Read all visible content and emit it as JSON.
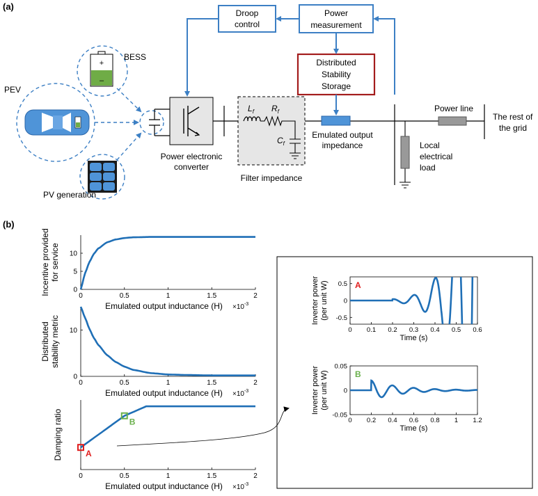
{
  "panel_a": {
    "label": "(a)",
    "droop_control": [
      "Droop",
      "control"
    ],
    "power_measurement": [
      "Power",
      "measurement"
    ],
    "dss": [
      "Distributed",
      "Stability",
      "Storage"
    ],
    "bess": "BESS",
    "pev": "PEV",
    "pv_generation": "PV generation",
    "converter": [
      "Power electronic",
      "converter"
    ],
    "filter_impedance": "Filter impedance",
    "lf": "L",
    "rf": "R",
    "cf": "C",
    "sub_f": "f",
    "emulated_impedance": [
      "Emulated output",
      "impedance"
    ],
    "local_load": [
      "Local",
      "electrical",
      "load"
    ],
    "power_line": "Power line",
    "rest_of_grid": [
      "The rest of",
      "the grid"
    ],
    "battery_plus": "+",
    "battery_minus": "–"
  },
  "panel_b": {
    "label": "(b)",
    "x_exponent_base": "×10",
    "x_exponent_power": "-3",
    "charts": [
      {
        "name": "incentive",
        "type": "line",
        "ylabel": [
          "Incentive provided",
          "for service"
        ],
        "xlabel": "Emulated output inductance (H)",
        "xlim": [
          0,
          2
        ],
        "ylim": [
          0,
          15
        ],
        "xticks": [
          "0",
          "0.5",
          "1",
          "1.5",
          "2"
        ],
        "yticks": [
          "0",
          "5",
          "10"
        ],
        "x": [
          0,
          0.05,
          0.1,
          0.15,
          0.2,
          0.3,
          0.4,
          0.5,
          0.6,
          0.8,
          1.0,
          1.2,
          1.5,
          2.0
        ],
        "y": [
          0,
          4.5,
          7.6,
          9.8,
          11.3,
          13.0,
          13.8,
          14.2,
          14.4,
          14.5,
          14.5,
          14.5,
          14.5,
          14.5
        ]
      },
      {
        "name": "stability",
        "type": "line",
        "ylabel": [
          "Distributed",
          "stability metric"
        ],
        "xlabel": "Emulated output inductance (H)",
        "xlim": [
          0,
          2
        ],
        "ylim": [
          0,
          15
        ],
        "xticks": [
          "0",
          "0.5",
          "1",
          "1.5",
          "2"
        ],
        "yticks": [
          "0",
          "10"
        ],
        "x": [
          0,
          0.05,
          0.1,
          0.15,
          0.2,
          0.3,
          0.4,
          0.5,
          0.6,
          0.8,
          1.0,
          1.2,
          1.5,
          2.0
        ],
        "y": [
          15,
          12.6,
          10.2,
          8.3,
          6.8,
          4.6,
          3.1,
          2.1,
          1.4,
          0.7,
          0.4,
          0.3,
          0.2,
          0.2
        ]
      },
      {
        "name": "damping",
        "type": "line",
        "ylabel": [
          "Damping ratio"
        ],
        "xlabel": "Emulated output inductance (H)",
        "xlim": [
          0,
          2
        ],
        "ylim": [
          -1,
          1.2
        ],
        "xticks": [
          "0",
          "0.5",
          "1",
          "1.5",
          "2"
        ],
        "yticks": [],
        "x": [
          0,
          0.5,
          0.75,
          1.0,
          1.5,
          2.0
        ],
        "y": [
          -0.3,
          0.7,
          1.0,
          1.0,
          1.0,
          1.0
        ],
        "markers": [
          {
            "label": "A",
            "x": 0,
            "y": -0.3,
            "color": "#e01e1e"
          },
          {
            "label": "B",
            "x": 0.5,
            "y": 0.7,
            "color": "#6ab04c"
          }
        ]
      }
    ],
    "insets": [
      {
        "name": "inset-a",
        "tag": "A",
        "tag_color": "#e01e1e",
        "ylabel": [
          "Inverter power",
          "(per unit W)"
        ],
        "xlabel": "Time (s)",
        "xlim": [
          0,
          0.6
        ],
        "ylim": [
          -0.7,
          0.7
        ],
        "xticks": [
          "0",
          "0.1",
          "0.2",
          "0.3",
          "0.4",
          "0.5",
          "0.6"
        ],
        "yticks": [
          "0.5",
          "0",
          "-0.5"
        ],
        "onset": 0.2,
        "freq": 10,
        "decay": -14,
        "amp0": 0.04
      },
      {
        "name": "inset-b",
        "tag": "B",
        "tag_color": "#6ab04c",
        "ylabel": [
          "Inverter power",
          "(per unit W)"
        ],
        "xlabel": "Time (s)",
        "xlim": [
          0,
          1.2
        ],
        "ylim": [
          -0.05,
          0.05
        ],
        "xticks": [
          "0",
          "0.2",
          "0.4",
          "0.6",
          "0.8",
          "1",
          "1.2"
        ],
        "yticks": [
          "0.05",
          "0",
          "-0.05"
        ],
        "onset": 0.2,
        "freq": 5,
        "decay": 3.5,
        "amp0": 0.02
      }
    ]
  }
}
